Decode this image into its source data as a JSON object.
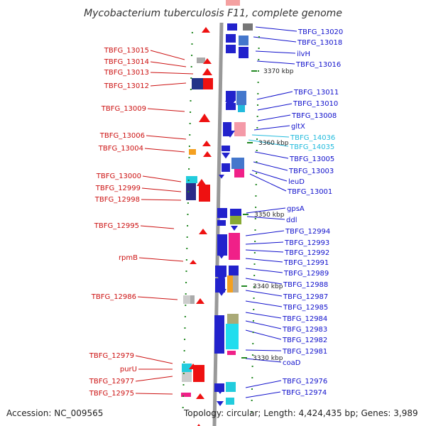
{
  "title": "Mycobacterium tuberculosis F11, complete genome",
  "footer": {
    "accession": "Accession: NC_009565",
    "topology": "Topology: circular; Length: 4,424,435 bp; Genes: 3,989"
  },
  "ticks": [
    "3370 kbp",
    "3360 kbp",
    "3350 kbp",
    "3340 kbp",
    "3330 kbp"
  ],
  "genes_left": [
    "TBFG_13015",
    "TBFG_13014",
    "TBFG_13013",
    "TBFG_13012",
    "TBFG_13009",
    "TBFG_13006",
    "TBFG_13004",
    "TBFG_13000",
    "TBFG_12999",
    "TBFG_12998",
    "TBFG_12995",
    "rpmB",
    "TBFG_12986",
    "TBFG_12979",
    "purU",
    "TBFG_12977",
    "TBFG_12975"
  ],
  "genes_right": [
    "TBFG_13020",
    "TBFG_13018",
    "ilvH",
    "TBFG_13016",
    "TBFG_13011",
    "TBFG_13010",
    "TBFG_13008",
    "gltX",
    "TBFG_14036",
    "TBFG_14035",
    "TBFG_13005",
    "TBFG_13003",
    "leuD",
    "TBFG_13001",
    "gpsA",
    "ddl",
    "TBFG_12994",
    "TBFG_12993",
    "TBFG_12992",
    "TBFG_12991",
    "TBFG_12989",
    "TBFG_12988",
    "TBFG_12987",
    "TBFG_12985",
    "TBFG_12984",
    "TBFG_12983",
    "TBFG_12982",
    "TBFG_12981",
    "coaD",
    "TBFG_12976",
    "TBFG_12974"
  ],
  "colors": {
    "left_label": "#cc1111",
    "right_label": "#1111cc",
    "highlight_label": "#22bbdd",
    "backbone": "#999999"
  }
}
